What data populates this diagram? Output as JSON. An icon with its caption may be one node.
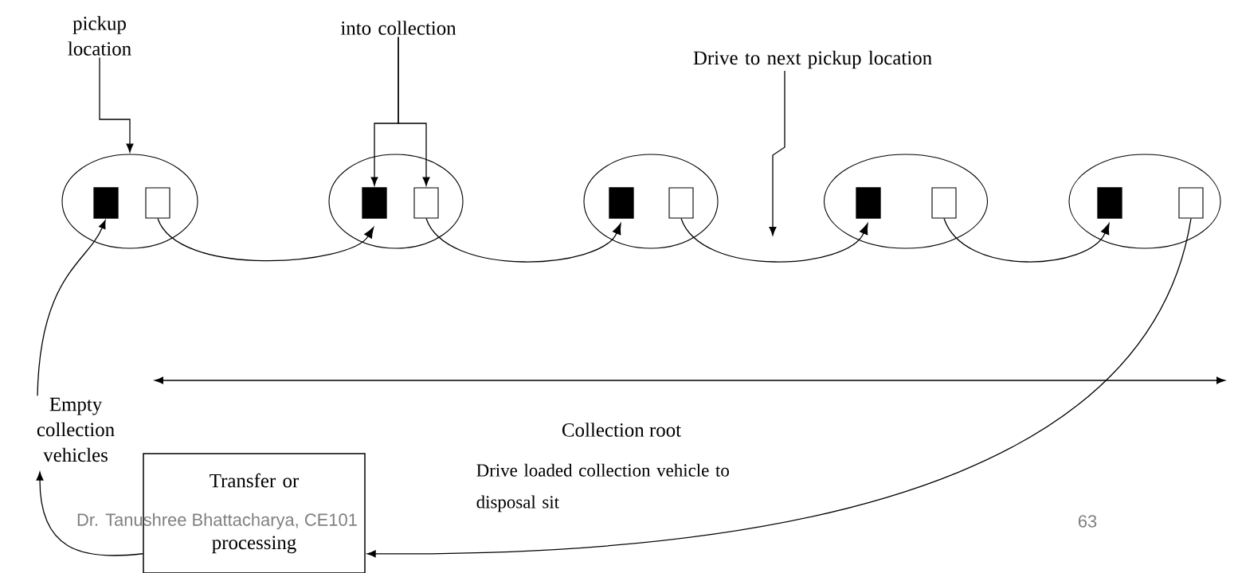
{
  "diagram": {
    "nodes": [
      {
        "text": [
          "pickup location"
        ]
      },
      {
        "text": [
          "into collection"
        ]
      },
      {
        "text": [
          "Drive to next pickup location"
        ]
      },
      {
        "text": [],
        "shape": "ellipse"
      },
      {
        "text": [],
        "shape": "box",
        "in": 3
      },
      {
        "text": [],
        "shape": "box",
        "in": 3
      },
      {
        "text": [],
        "shape": "ellipse"
      },
      {
        "text": [],
        "shape": "box",
        "in": 6
      },
      {
        "text": [],
        "shape": "box",
        "in": 6
      },
      {
        "text": [],
        "shape": "ellipse"
      },
      {
        "text": [],
        "shape": "box",
        "in": 9
      },
      {
        "text": [],
        "shape": "box",
        "in": 9
      },
      {
        "text": [],
        "shape": "ellipse"
      },
      {
        "text": [],
        "shape": "box",
        "in": 12
      },
      {
        "text": [],
        "shape": "box",
        "in": 12
      },
      {
        "text": [],
        "shape": "ellipse"
      },
      {
        "text": [],
        "shape": "box",
        "in": 15
      },
      {
        "text": [],
        "shape": "box",
        "in": 15
      },
      {
        "text": [
          "Empty collection vehicles"
        ]
      },
      {
        "text": [
          "Transfer or processing"
        ]
      }
    ],
    "edges": [
      {
        "from": 0,
        "to": 3,
        "arrow": "to"
      },
      {
        "from": 1,
        "to": 7,
        "arrow": "to"
      },
      {
        "from": 1,
        "to": 8,
        "arrow": "to"
      },
      {
        "from": 2,
        "to": null,
        "arrow": "to"
      },
      {
        "from": 18,
        "to": 4,
        "arrow": "to"
      },
      {
        "from": 5,
        "to": 7,
        "arrow": "to"
      },
      {
        "from": 8,
        "to": 10,
        "arrow": "to"
      },
      {
        "from": 11,
        "to": 13,
        "arrow": "to"
      },
      {
        "from": 14,
        "to": 16,
        "arrow": "to"
      },
      {
        "from": 17,
        "to": 19,
        "arrow": "to",
        "label": "Drive loaded collection vehicle to disposal sit"
      },
      {
        "from": 19,
        "to": 18,
        "arrow": "to"
      }
    ],
    "labels": [
      "Collection root",
      "Dr. Tanushree Bhattacharya, CE101",
      "63"
    ]
  }
}
